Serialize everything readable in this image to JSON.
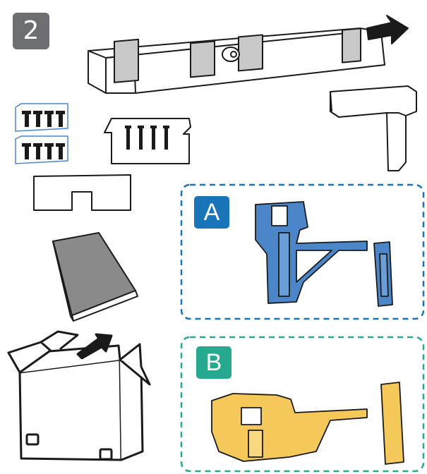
{
  "step": {
    "number": "2"
  },
  "panels": {
    "a": {
      "label": "A",
      "color": "#1a74b8",
      "border": "#1a74b8",
      "part_color": "#4a86c8"
    },
    "b": {
      "label": "B",
      "color": "#26a98f",
      "border": "#26a98f",
      "part_color": "#f5c85a"
    }
  },
  "icons": [
    "shipping-bar-icon",
    "l-bracket-icon",
    "screw-pack-icon",
    "screw-card-icon",
    "cardboard-insert-icon",
    "manual-book-icon",
    "open-box-icon",
    "stand-part-a-icon",
    "stand-part-b-icon"
  ],
  "colors": {
    "stroke": "#1a1a1a",
    "gray_fill": "#8a8a8a",
    "badge": "#6d6e71"
  }
}
